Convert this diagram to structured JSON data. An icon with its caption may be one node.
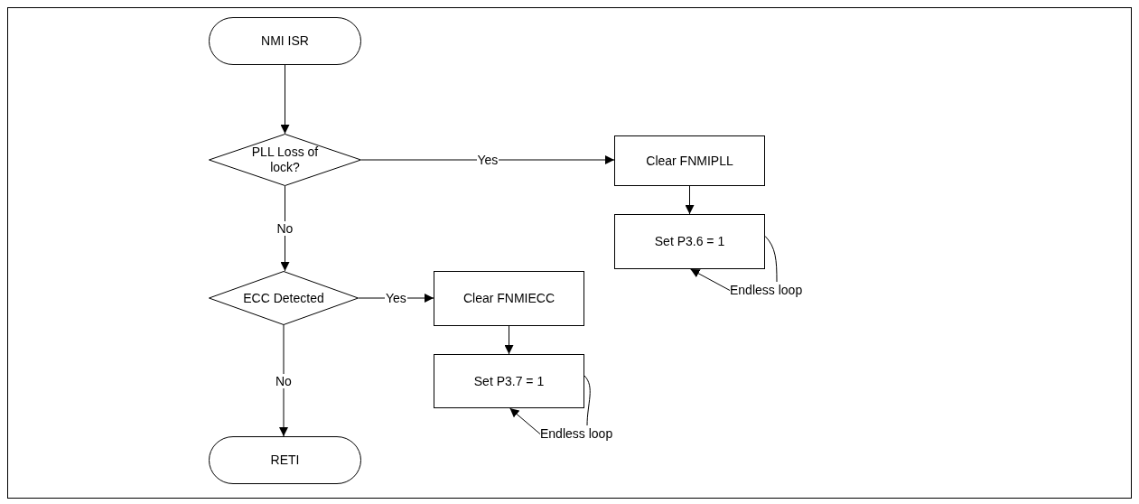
{
  "diagram": {
    "nodes": [
      {
        "text": [
          "NMI ISR"
        ]
      },
      {
        "text": [
          "PLL Loss of lock?"
        ]
      },
      {
        "text": [
          "Clear FNMIPLL"
        ]
      },
      {
        "text": [
          "Set P3.6 = 1"
        ]
      },
      {
        "text": [
          "ECC Detected"
        ]
      },
      {
        "text": [
          "Clear FNMIECC"
        ]
      },
      {
        "text": [
          "Set P3.7 = 1"
        ]
      },
      {
        "text": [
          "RETI"
        ]
      },
      {
        "text": [
          "Endless loop"
        ]
      },
      {
        "text": [
          "Endless loop"
        ]
      }
    ],
    "edges": [
      {
        "from": 0,
        "to": 1,
        "arrow": "to"
      },
      {
        "from": 1,
        "to": 2,
        "arrow": "to",
        "label": "Yes"
      },
      {
        "from": 2,
        "to": 3,
        "arrow": "to"
      },
      {
        "from": 3,
        "to": 8,
        "arrow": "none"
      },
      {
        "from": 8,
        "to": 3,
        "arrow": "to"
      },
      {
        "from": 1,
        "to": 4,
        "arrow": "to",
        "label": "No"
      },
      {
        "from": 4,
        "to": 5,
        "arrow": "to",
        "label": "Yes"
      },
      {
        "from": 5,
        "to": 6,
        "arrow": "to"
      },
      {
        "from": 6,
        "to": 9,
        "arrow": "none"
      },
      {
        "from": 9,
        "to": 6,
        "arrow": "to"
      },
      {
        "from": 4,
        "to": 7,
        "arrow": "to",
        "label": "No"
      }
    ]
  }
}
